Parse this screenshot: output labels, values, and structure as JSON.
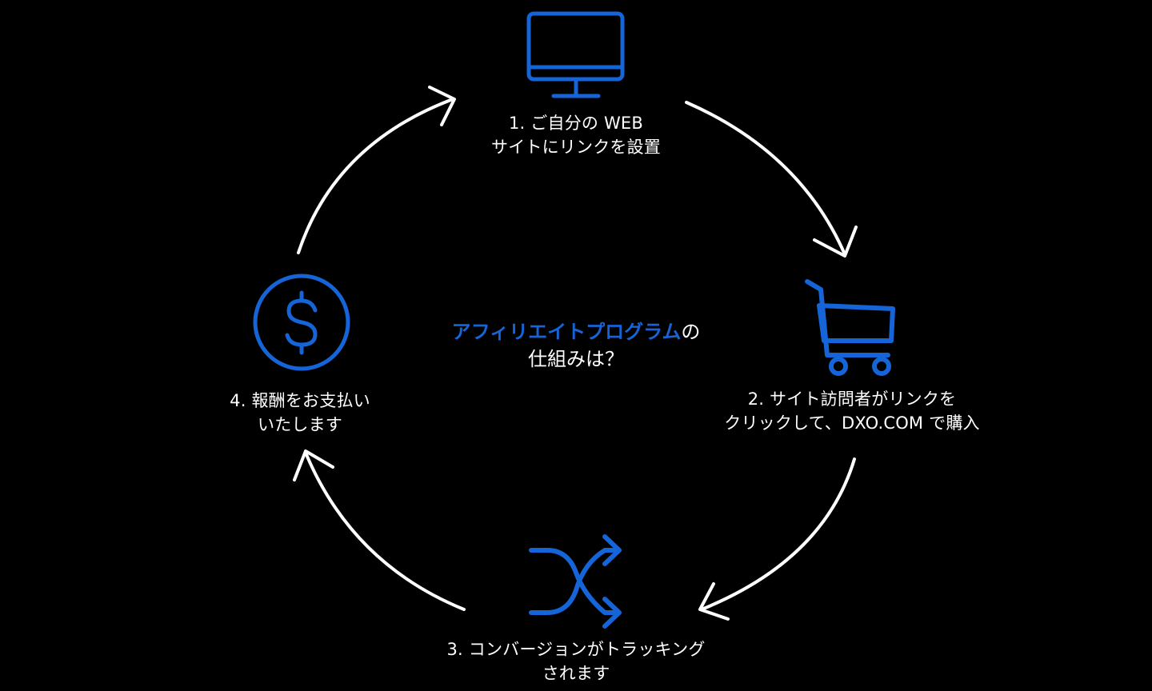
{
  "colors": {
    "background": "#000000",
    "accent": "#1565d8",
    "text": "#ffffff",
    "arrow": "#ffffff"
  },
  "center": {
    "highlight": "アフィリエイトプログラム",
    "suffix": "の",
    "line2": "仕組みは？"
  },
  "steps": [
    {
      "icon": "monitor-icon",
      "line1": "1. ご自分の WEB",
      "line2": "サイトにリンクを設置"
    },
    {
      "icon": "shopping-cart-icon",
      "line1": "2. サイト訪問者がリンクを",
      "line2": "クリックして、DXO.COM で購入"
    },
    {
      "icon": "shuffle-icon",
      "line1": "3. コンバージョンがトラッキング",
      "line2": "されます"
    },
    {
      "icon": "dollar-circle-icon",
      "line1": "4. 報酬をお支払い",
      "line2": "いたします"
    }
  ]
}
